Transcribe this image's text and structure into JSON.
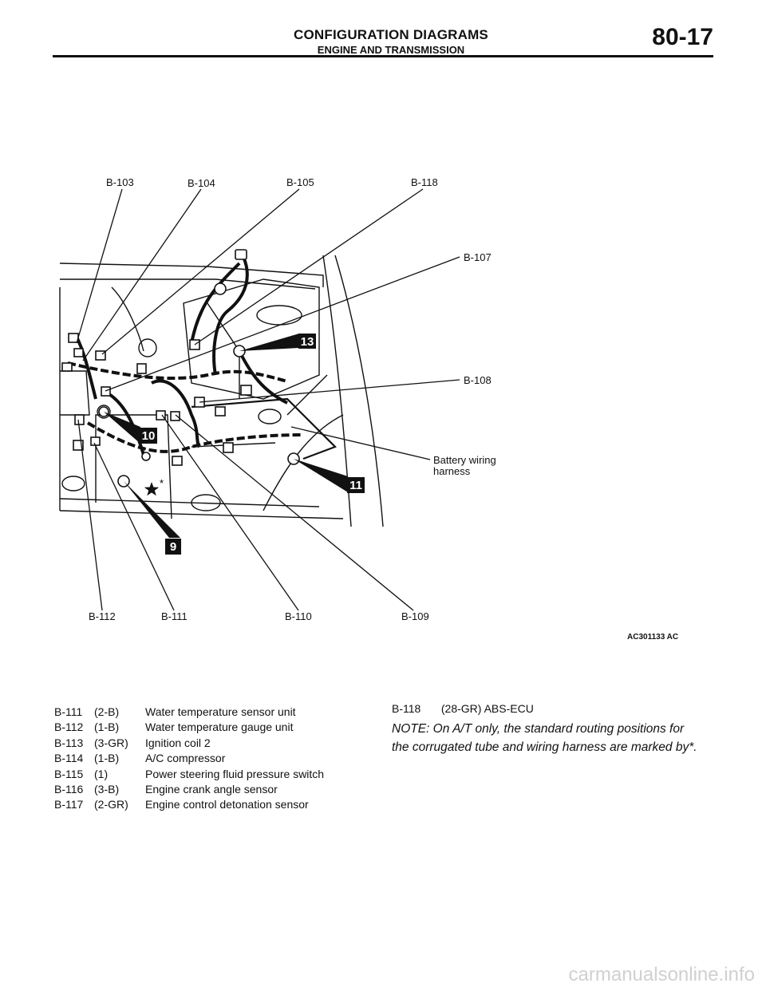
{
  "header": {
    "title": "CONFIGURATION DIAGRAMS",
    "subtitle": "ENGINE AND TRANSMISSION",
    "page_number": "80-17"
  },
  "diagram": {
    "labels": {
      "b103": "B-103",
      "b104": "B-104",
      "b105": "B-105",
      "b118": "B-118",
      "b107": "B-107",
      "b108": "B-108",
      "battery_line1": "Battery wiring",
      "battery_line2": "harness",
      "b112": "B-112",
      "b111": "B-111",
      "b110": "B-110",
      "b109": "B-109",
      "asterisk": "*"
    },
    "callouts": {
      "c13": "13",
      "c10": "10",
      "c11": "11",
      "c9": "9"
    },
    "figure_code": "AC301133 AC"
  },
  "legend": [
    {
      "code": "B-111",
      "spec": "(2-B)",
      "name": "Water temperature sensor unit"
    },
    {
      "code": "B-112",
      "spec": "(1-B)",
      "name": "Water temperature gauge unit"
    },
    {
      "code": "B-113",
      "spec": "(3-GR)",
      "name": "Ignition coil 2"
    },
    {
      "code": "B-114",
      "spec": "(1-B)",
      "name": "A/C compressor"
    },
    {
      "code": "B-115",
      "spec": "(1)",
      "name": "Power steering fluid pressure switch"
    },
    {
      "code": "B-116",
      "spec": "(3-B)",
      "name": "Engine crank angle sensor"
    },
    {
      "code": "B-117",
      "spec": "(2-GR)",
      "name": "Engine control detonation sensor"
    }
  ],
  "right_column": {
    "item": {
      "code": "B-118",
      "spec": "(28-GR)",
      "name": "ABS-ECU"
    },
    "note": "NOTE: On A/T only, the standard routing positions for the corrugated tube and wiring harness are marked by*."
  },
  "watermark": "carmanualsonline.info"
}
